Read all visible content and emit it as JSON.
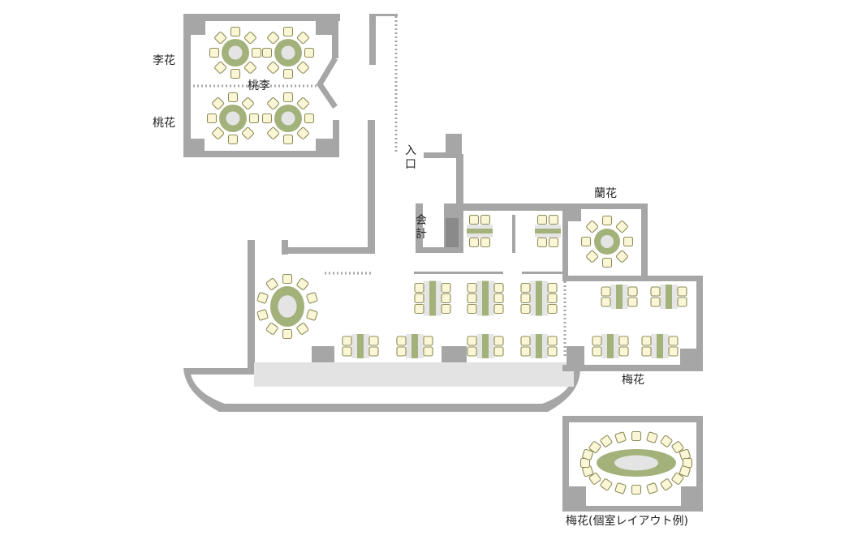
{
  "rooms": {
    "rika": "李花",
    "touka": "桃花",
    "tori": "桃李",
    "ranka": "蘭花",
    "baika": "梅花",
    "baika_private": "梅花(個室レイアウト例)"
  },
  "facilities": {
    "entrance": "入口",
    "cashier": "会計"
  },
  "colors": {
    "wall": "#a6a6a6",
    "floor_strip": "#e3e3e3",
    "table_green": "#a3b27a",
    "table_center": "#e4e4e4",
    "chair_fill": "#fbf7d6",
    "chair_stroke": "#8c8c5a",
    "rect_table": "#e5e5e5"
  }
}
